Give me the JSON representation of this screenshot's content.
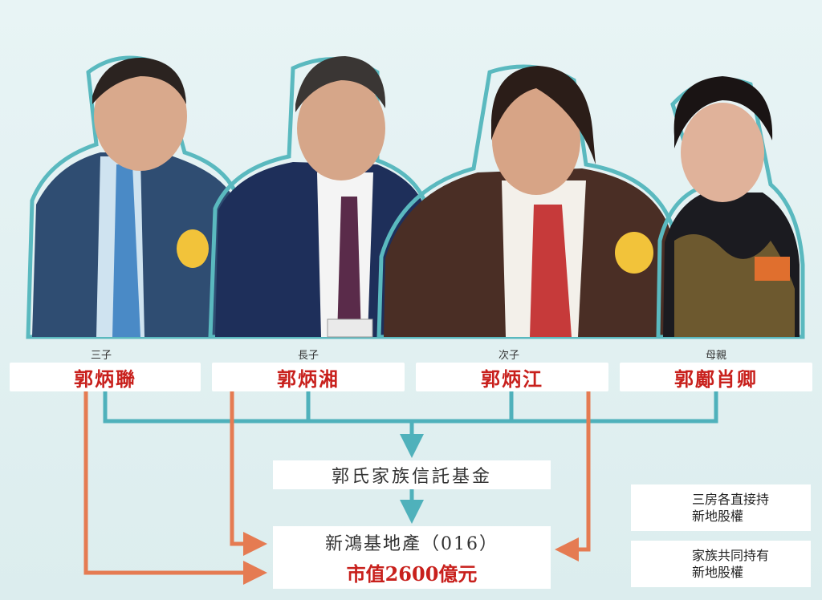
{
  "members": [
    {
      "role": "三子",
      "name": "郭炳聯"
    },
    {
      "role": "長子",
      "name": "郭炳湘"
    },
    {
      "role": "次子",
      "name": "郭炳江"
    },
    {
      "role": "母親",
      "name": "郭鄺肖卿"
    }
  ],
  "trust": {
    "label": "郭氏家族信託基金"
  },
  "company": {
    "name": "新鴻基地產（016）",
    "market_cap": "市值2600億元"
  },
  "legend": {
    "direct": "三房各直接持\n新地股權",
    "family": "家族共同持有\n新地股權"
  },
  "colors": {
    "direct_arrow": "#e57b52",
    "family_arrow": "#4fb1bb",
    "name_text": "#c8201c"
  }
}
